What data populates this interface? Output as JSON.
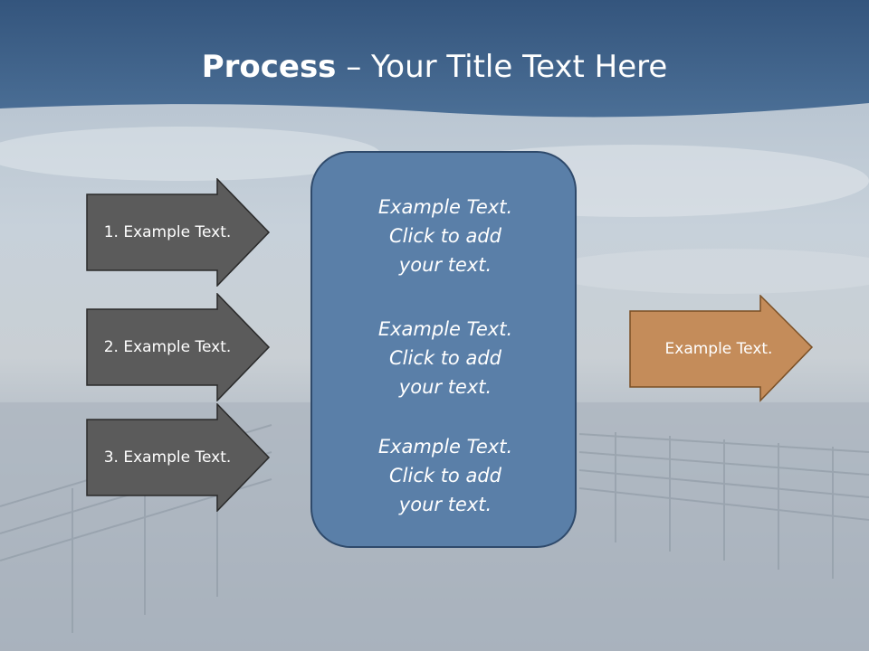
{
  "title": {
    "bold": "Process",
    "rest": " – Your Title Text Here"
  },
  "inputs": [
    {
      "label": "1. Example Text."
    },
    {
      "label": "2. Example Text."
    },
    {
      "label": "3. Example Text."
    }
  ],
  "panel": {
    "items": [
      {
        "text": "Example Text.\nClick  to add\nyour text."
      },
      {
        "text": "Example Text.\nClick  to add\nyour text."
      },
      {
        "text": "Example Text.\nClick  to add\nyour text."
      }
    ]
  },
  "output": {
    "label": "Example Text."
  },
  "colors": {
    "header": "#3e6189",
    "input_arrow": "#5b5b5b",
    "panel": "#5a7fa8",
    "output_arrow": "#c48c5a"
  }
}
